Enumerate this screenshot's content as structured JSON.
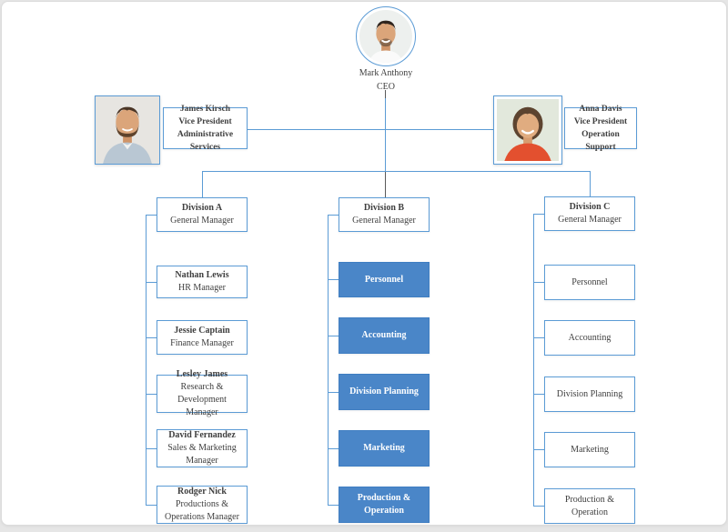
{
  "colors": {
    "accent_border": "#5B9BD5",
    "filled_node": "#4A86C8",
    "filled_node_text": "#ffffff",
    "text": "#3f3f3f"
  },
  "ceo": {
    "name": "Mark Anthony",
    "title": "CEO",
    "photo": "man-portrait-circle"
  },
  "vps": [
    {
      "photo": "man-portrait",
      "lines": [
        "James Kirsch",
        "Vice President",
        "Administrative Services"
      ]
    },
    {
      "photo": "woman-portrait",
      "lines": [
        "Anna Davis",
        "Vice President",
        "Operation Support"
      ]
    }
  ],
  "divisions": [
    {
      "name": "Division A",
      "title": "General Manager",
      "style": "outline",
      "children": [
        {
          "name": "Nathan Lewis",
          "title": "HR Manager"
        },
        {
          "name": "Jessie Captain",
          "title": "Finance Manager"
        },
        {
          "name": "Lesley James",
          "title": "Research & Development Manager"
        },
        {
          "name": "David Fernandez",
          "title": "Sales & Marketing Manager"
        },
        {
          "name": "Rodger Nick",
          "title": "Productions & Operations Manager"
        }
      ]
    },
    {
      "name": "Division B",
      "title": "General Manager",
      "style": "filled",
      "children": [
        "Personnel",
        "Accounting",
        "Division Planning",
        "Marketing",
        "Production & Operation"
      ]
    },
    {
      "name": "Division C",
      "title": "General Manager",
      "style": "outline",
      "children": [
        "Personnel",
        "Accounting",
        "Division Planning",
        "Marketing",
        "Production & Operation"
      ]
    }
  ]
}
